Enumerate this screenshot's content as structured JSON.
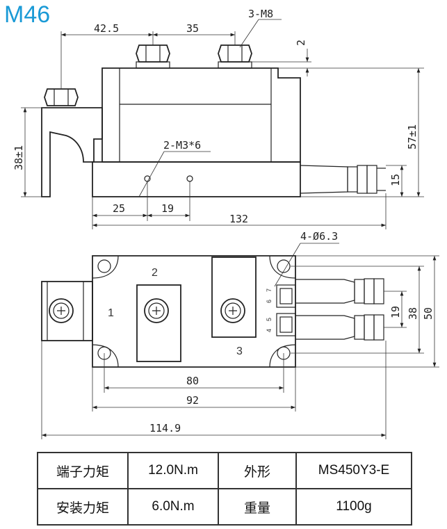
{
  "title": "M46",
  "side_view": {
    "dim_bolt_pitch_left": "42.5",
    "dim_bolt_pitch_right": "35",
    "bolt_thread": "3-M8",
    "dim_top_offset": "2",
    "dim_height": "57±1",
    "dim_tab_height": "38±1",
    "dim_hose_height": "15",
    "mount_screws": "2-M3*6",
    "dim_screw_a": "25",
    "dim_screw_b": "19",
    "dim_length": "132"
  },
  "top_view": {
    "hole_spec": "4-Ø6.3",
    "terminals": [
      "1",
      "2",
      "3"
    ],
    "pins": [
      "7",
      "6",
      "5",
      "4"
    ],
    "dim_hole_pitch": "80",
    "dim_body_length": "92",
    "dim_overall_length": "114.9",
    "dim_hose_pitch": "19",
    "dim_hole_pitch_v": "38",
    "dim_width": "50"
  },
  "spec_table": {
    "rows": [
      [
        "端子力矩",
        "12.0N.m",
        "外形",
        "MS450Y3-E"
      ],
      [
        "安装力矩",
        "6.0N.m",
        "重量",
        "1100g"
      ]
    ]
  }
}
